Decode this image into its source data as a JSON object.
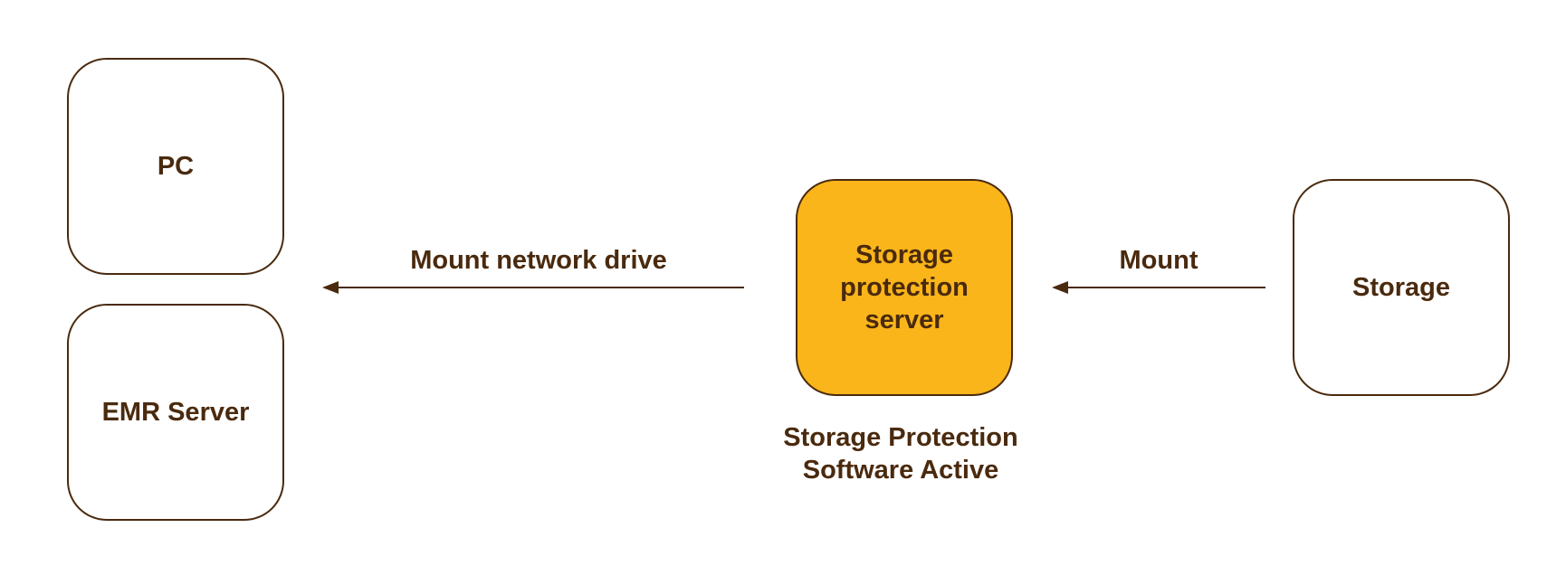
{
  "nodes": {
    "pc": "PC",
    "emr_server": "EMR Server",
    "protection_server": "Storage protection server",
    "storage": "Storage"
  },
  "edges": {
    "mount_network_drive": "Mount network drive",
    "mount": "Mount"
  },
  "captions": {
    "server_status": "Storage Protection Software Active"
  },
  "colors": {
    "stroke": "#4a2a0e",
    "server_fill": "#f9b51a",
    "node_fill": "#ffffff"
  }
}
